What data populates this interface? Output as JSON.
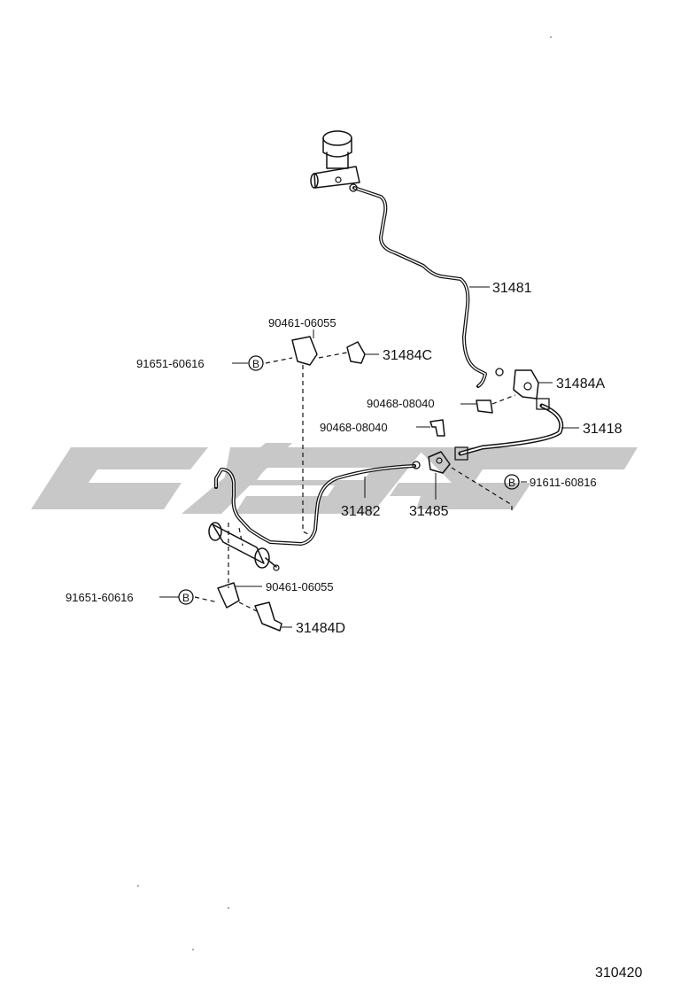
{
  "watermark": {
    "color": "#c8c8c8"
  },
  "parts": {
    "p31481": "31481",
    "p31484c": "31484C",
    "p31484a": "31484A",
    "p31418": "31418",
    "p31482": "31482",
    "p31485": "31485",
    "p31484d": "31484D",
    "p90461_top": "90461-06055",
    "p90461_bottom": "90461-06055",
    "p91651_top": "91651-60616",
    "p91651_bottom": "91651-60616",
    "p90468_a": "90468-08040",
    "p90468_b": "90468-08040",
    "p91611": "91611-60816",
    "bolt_mark": "B"
  },
  "figure_number": "310420"
}
